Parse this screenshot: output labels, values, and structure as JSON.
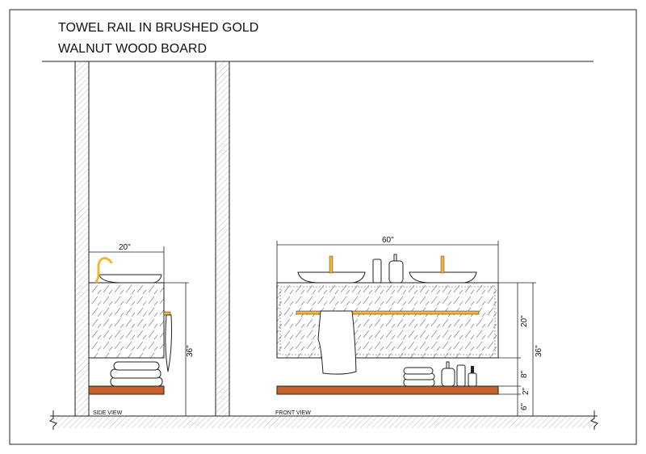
{
  "title": {
    "line1": "TOWEL RAIL IN BRUSHED GOLD",
    "line2": "WALNUT WOOD BOARD"
  },
  "side_view": {
    "label": "SIDE VIEW",
    "width_dim": "20\"",
    "height_dim": "36\""
  },
  "front_view": {
    "label": "FRONT VIEW",
    "width_dim": "60\"",
    "cabinet_height_dim": "20\"",
    "gap_dim": "8\"",
    "shelf_thickness_dim": "2\"",
    "floor_gap_dim": "6\"",
    "total_height_dim": "36\""
  },
  "colors": {
    "gold": "#f2b632",
    "walnut": "#c8622a",
    "line": "#222222"
  }
}
